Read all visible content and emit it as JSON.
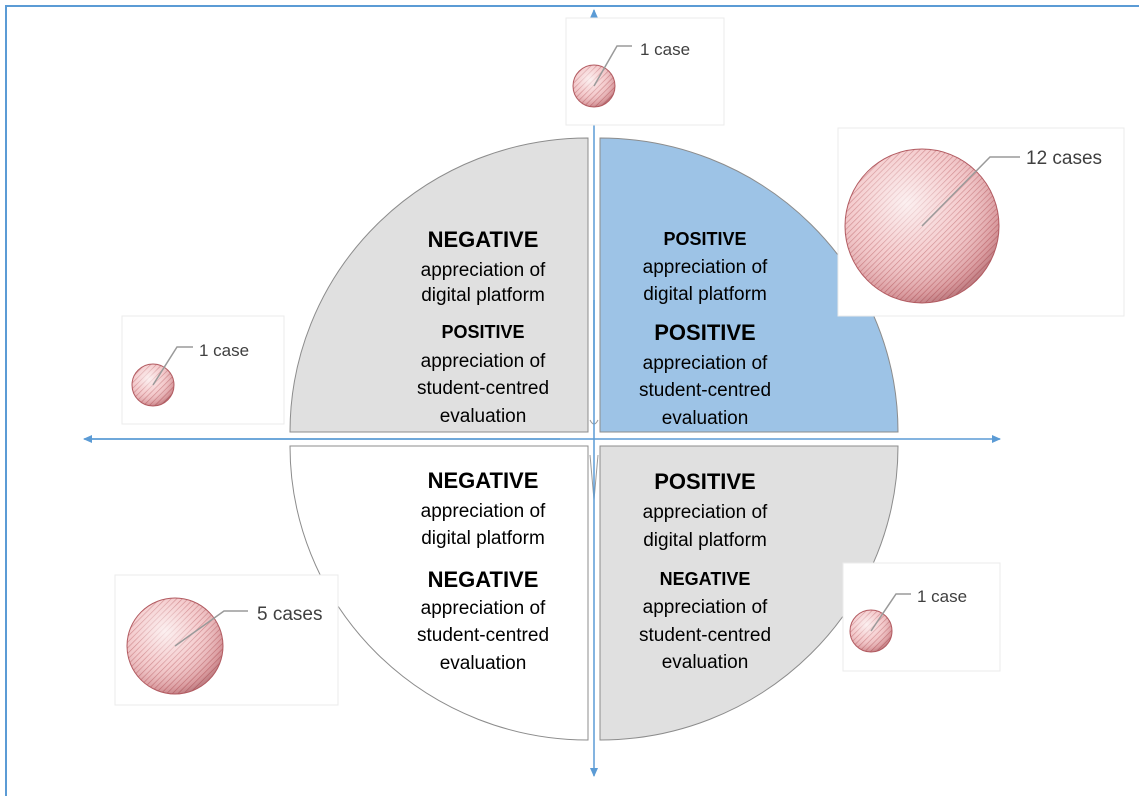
{
  "colors": {
    "axis": "#5b9bd5",
    "quadrant_positive_both": "#9dc3e6",
    "quadrant_gray": "#e0e0e0",
    "quadrant_white": "#ffffff",
    "quadrant_border": "#8c8c8c",
    "bubble": "#e9a0a3"
  },
  "quadrants": {
    "top_left": {
      "platform_sign": "NEGATIVE",
      "platform_text_1": "appreciation of",
      "platform_text_2": "digital platform",
      "evaluation_sign": "POSITIVE",
      "evaluation_text_1": "appreciation of",
      "evaluation_text_2": "student-centred",
      "evaluation_text_3": "evaluation"
    },
    "top_right": {
      "platform_sign": "POSITIVE",
      "platform_text_1": "appreciation of",
      "platform_text_2": "digital platform",
      "evaluation_sign": "POSITIVE",
      "evaluation_text_1": "appreciation of",
      "evaluation_text_2": "student-centred",
      "evaluation_text_3": "evaluation"
    },
    "bottom_left": {
      "platform_sign": "NEGATIVE",
      "platform_text_1": "appreciation of",
      "platform_text_2": "digital platform",
      "evaluation_sign": "NEGATIVE",
      "evaluation_text_1": "appreciation of",
      "evaluation_text_2": "student-centred",
      "evaluation_text_3": "evaluation"
    },
    "bottom_right": {
      "platform_sign": "POSITIVE",
      "platform_text_1": "appreciation of",
      "platform_text_2": "digital platform",
      "evaluation_sign": "NEGATIVE",
      "evaluation_text_1": "appreciation of",
      "evaluation_text_2": "student-centred",
      "evaluation_text_3": "evaluation"
    }
  },
  "bubbles": {
    "top": {
      "label": "1 case",
      "cases": 1
    },
    "top_right": {
      "label": "12 cases",
      "cases": 12
    },
    "left": {
      "label": "1 case",
      "cases": 1
    },
    "bottom_left": {
      "label": "5 cases",
      "cases": 5
    },
    "bottom_right": {
      "label": "1 case",
      "cases": 1
    }
  }
}
